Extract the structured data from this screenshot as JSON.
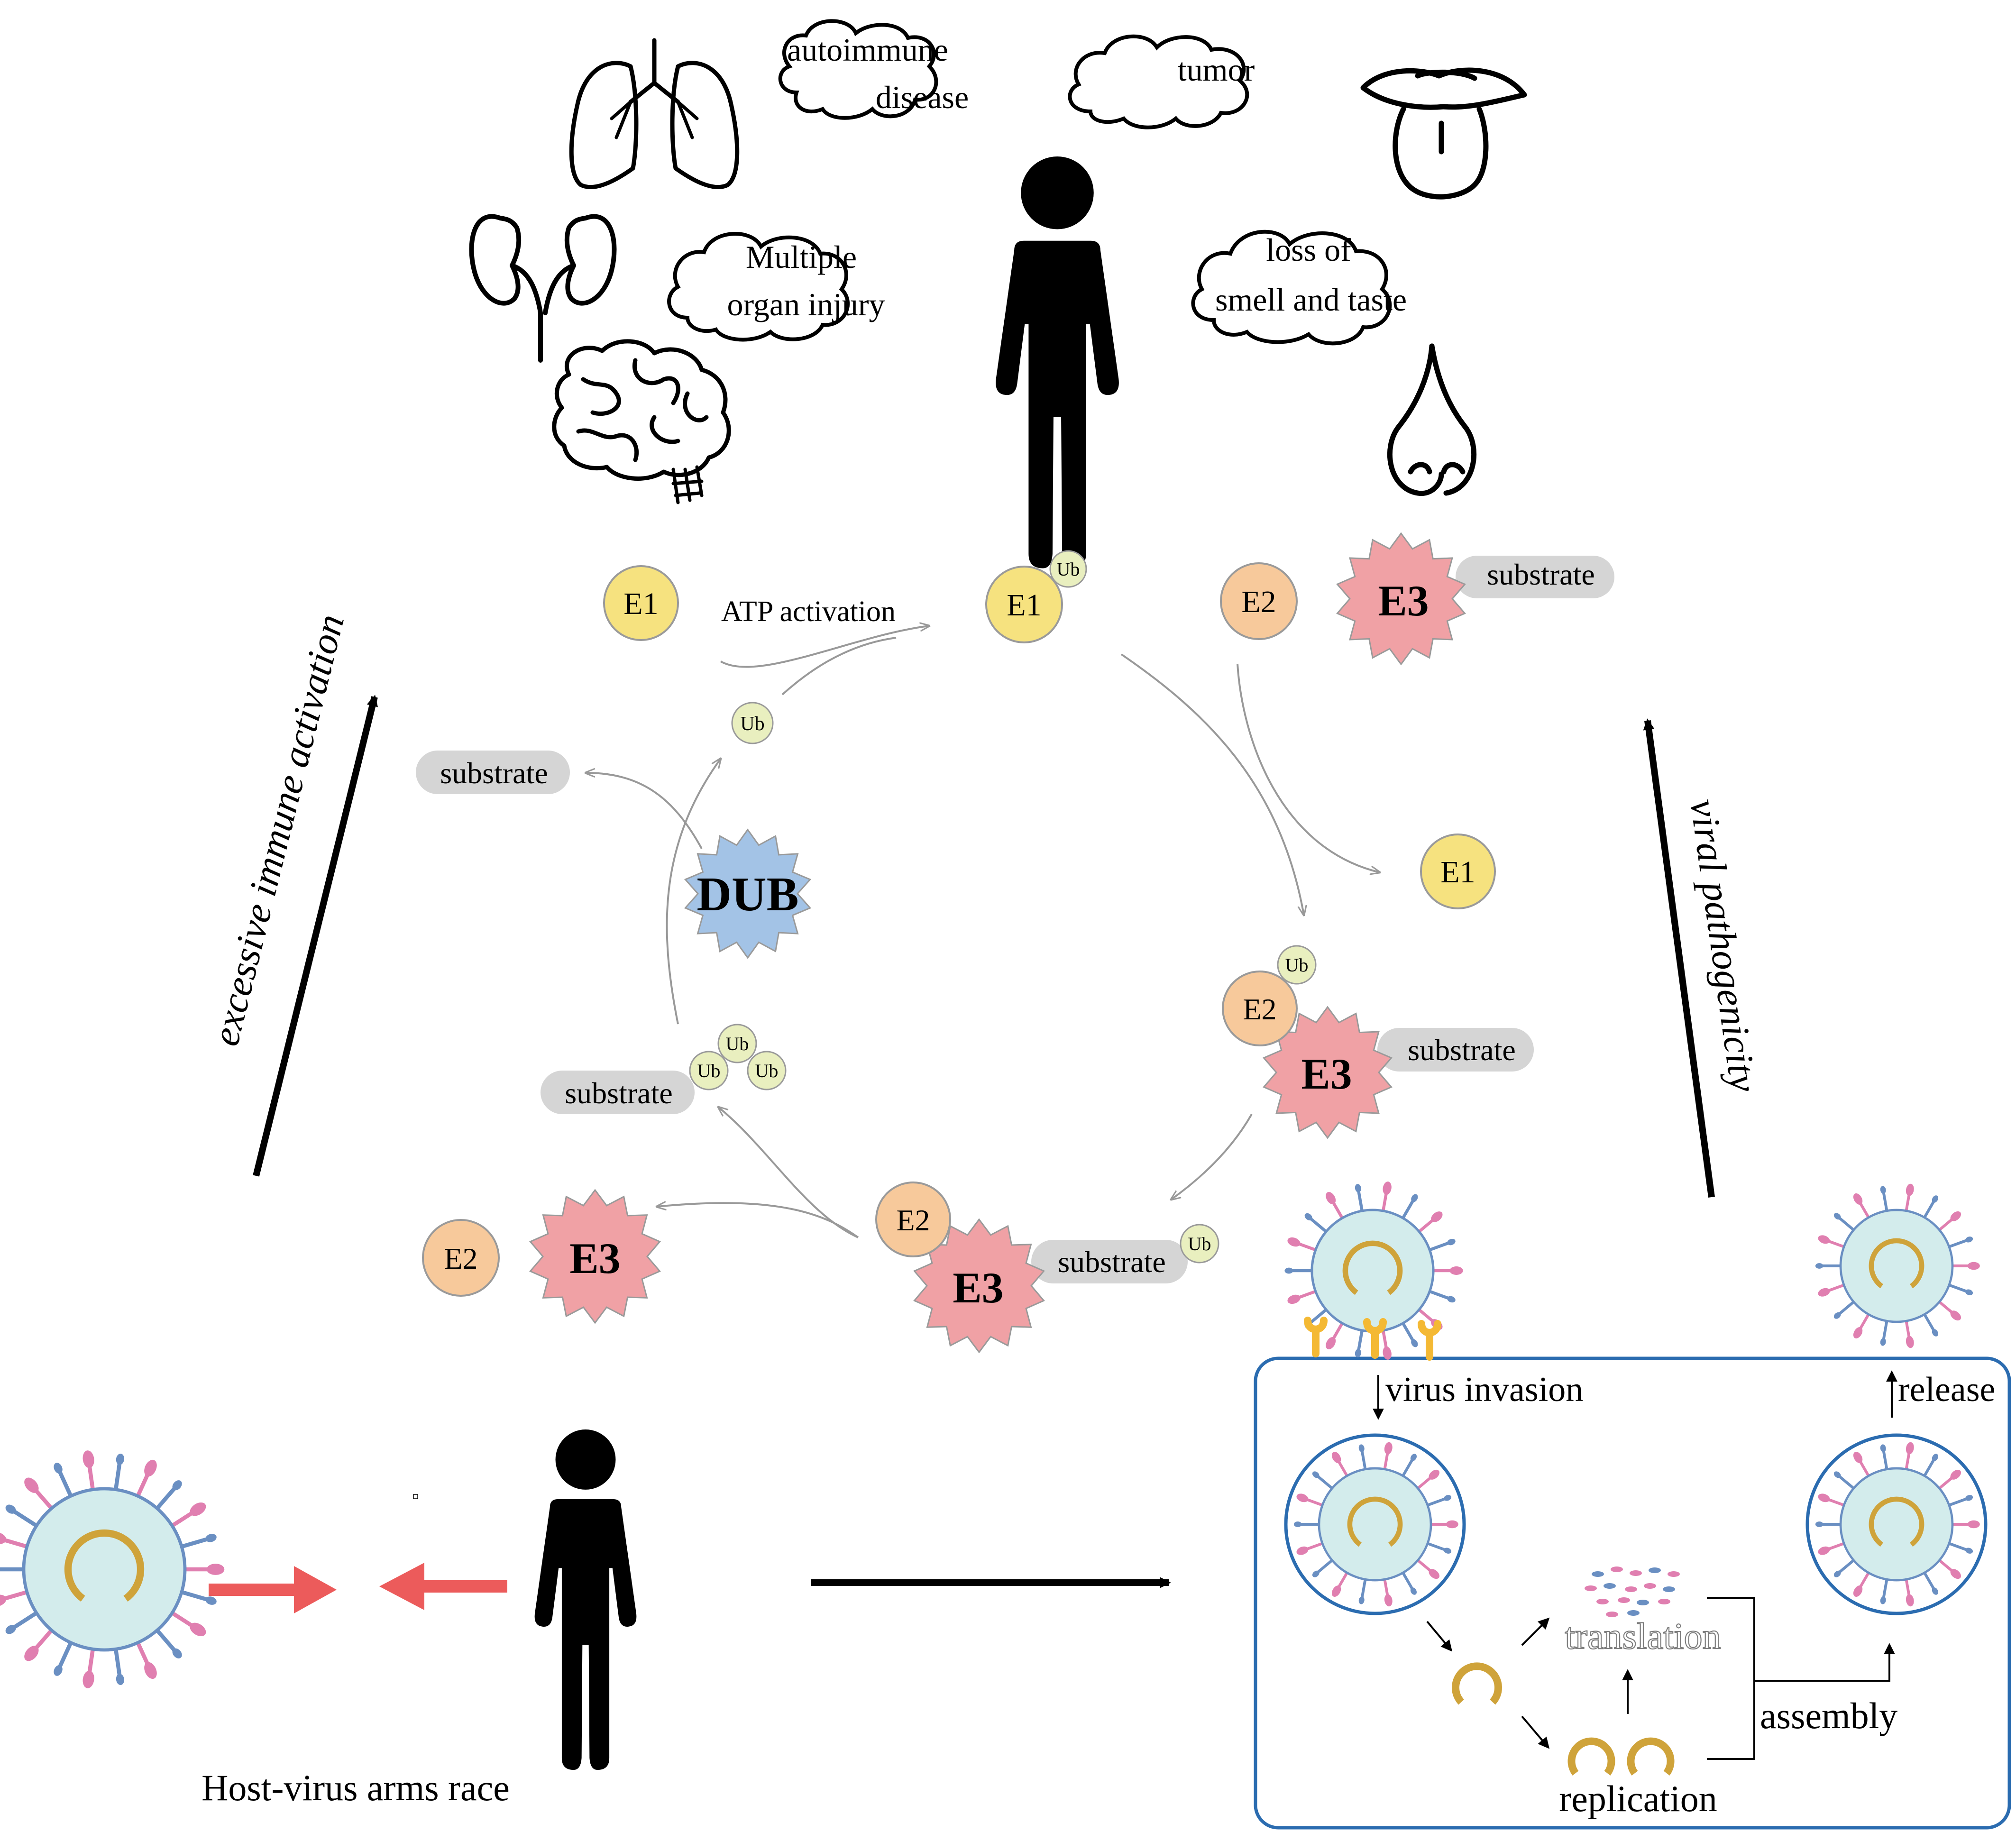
{
  "colors": {
    "enzyme_e1": "#f6e27f",
    "enzyme_e2": "#f7c99b",
    "enzyme_e3": "#f0a1a5",
    "dub": "#a3c3e6",
    "ubiquitin": "#e9efbf",
    "substrate": "#d5d5d5",
    "virus_body": "#d3ecec",
    "virus_spike_pink": "#e07fb0",
    "virus_spike_blue": "#6a8fc2",
    "virus_genome": "#cfa33a",
    "receptor": "#f4b934",
    "cell_border": "#2b6cb0",
    "arms_race_arrow": "#ec5b5b",
    "flow_arrow": "#999999"
  },
  "clouds": {
    "autoimmune": [
      "autoimmune",
      "disease"
    ],
    "tumor": [
      "tumor"
    ],
    "multiple_organ": [
      "Multiple",
      "organ injury"
    ],
    "smell_taste": [
      "loss of",
      "smell and taste"
    ]
  },
  "cycle": {
    "e1": "E1",
    "e2": "E2",
    "e3": "E3",
    "ub": "Ub",
    "dub": "DUB",
    "substrate": "substrate",
    "atp_activation": "ATP activation"
  },
  "side_labels": {
    "left": "excessive immune activation",
    "right": "viral pathogenicity"
  },
  "cell_steps": {
    "invasion": "virus invasion",
    "release": "release",
    "translation": "translation",
    "replication": "replication",
    "assembly": "assembly"
  },
  "caption": "Host-virus arms race",
  "icons": [
    "lungs-icon",
    "kidneys-icon",
    "brain-icon",
    "person-icon",
    "mouth-tongue-icon",
    "nose-icon",
    "coronavirus-icon",
    "receptor-icon"
  ]
}
